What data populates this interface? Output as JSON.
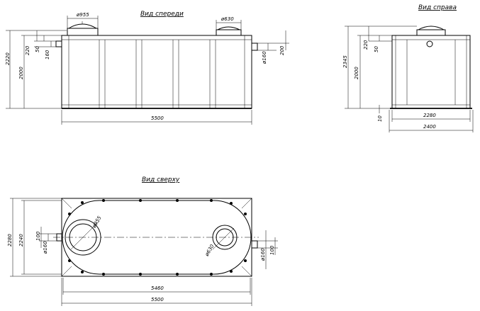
{
  "views": {
    "front": {
      "title": "Вид спереди",
      "dims": {
        "neck_left": "ø955",
        "neck_right": "ø630",
        "height_total": "2220",
        "height_body": "2000",
        "inlet_top": "220",
        "inlet_50": "50",
        "inlet_160": "160",
        "outlet_dia": "ø160",
        "outlet_200": "200",
        "length": "5500"
      }
    },
    "side": {
      "title": "Вид справа",
      "dims": {
        "height_total": "2345",
        "height_body": "2000",
        "top_220": "220",
        "top_50": "50",
        "bottom_10": "10",
        "width_inner": "2280",
        "width_outer": "2400"
      }
    },
    "top": {
      "title": "Вид сверху",
      "dims": {
        "width_outer": "2280",
        "width_inner": "2240",
        "neck_left": "ø955",
        "neck_right": "ø630",
        "inlet_100": "100",
        "inlet_dia": "ø160",
        "outlet_dia": "ø160",
        "outlet_100": "100",
        "length_inner": "5460",
        "length_outer": "5500"
      }
    }
  }
}
